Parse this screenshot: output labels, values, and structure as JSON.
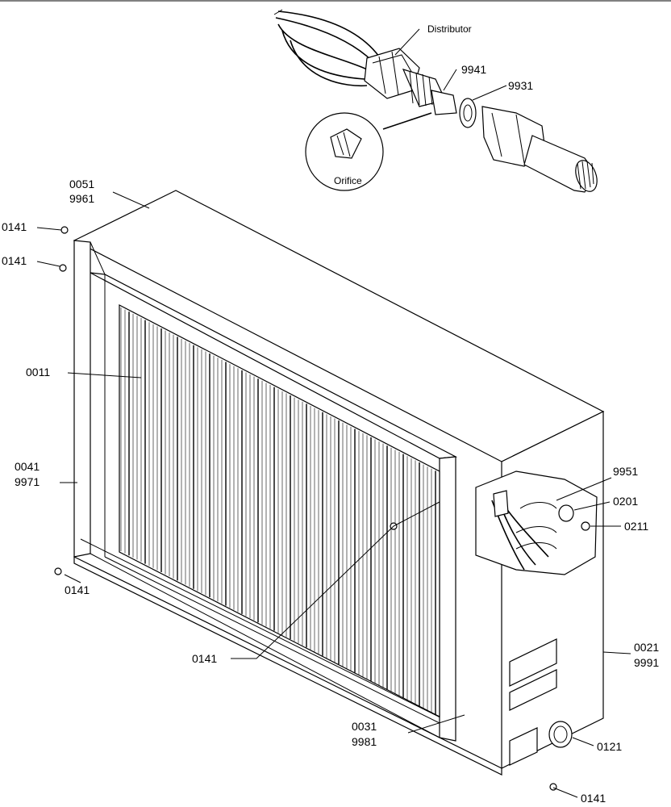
{
  "labels": {
    "distributor": "Distributor",
    "orifice": "Orifice",
    "p9941": "9941",
    "p9931": "9931",
    "p0051": "0051",
    "p9961": "9961",
    "p0141_a": "0141",
    "p0141_b": "0141",
    "p0011": "0011",
    "p0041": "0041",
    "p9971": "9971",
    "p0141_c": "0141",
    "p0141_d": "0141",
    "p9951": "9951",
    "p0201": "0201",
    "p0211": "0211",
    "p0021": "0021",
    "p9991": "9991",
    "p0031": "0031",
    "p9981": "9981",
    "p0121": "0121",
    "p0141_e": "0141"
  }
}
